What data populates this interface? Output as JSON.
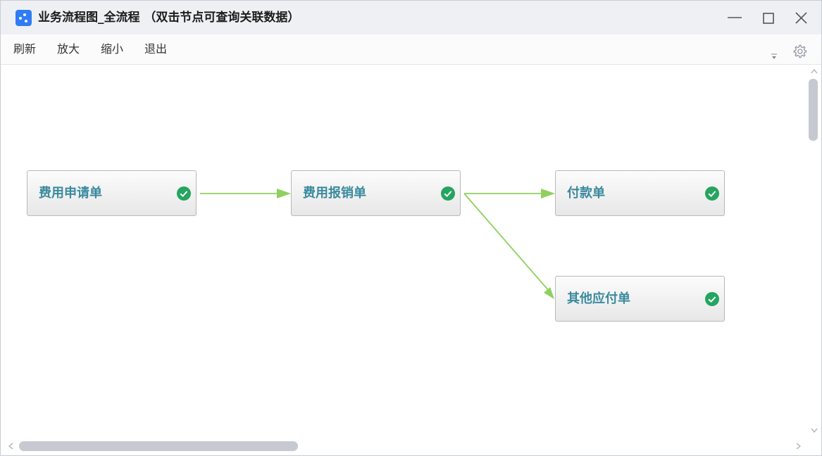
{
  "window": {
    "title": "业务流程图_全流程 （双击节点可查询关联数据）"
  },
  "menu": {
    "refresh": "刷新",
    "zoom_in": "放大",
    "zoom_out": "缩小",
    "exit": "退出"
  },
  "nodes": [
    {
      "label": "费用申请单",
      "status": "completed"
    },
    {
      "label": "费用报销单",
      "status": "completed"
    },
    {
      "label": "付款单",
      "status": "completed"
    },
    {
      "label": "其他应付单",
      "status": "completed"
    }
  ],
  "colors": {
    "accent": "#2f7cf6",
    "node_text": "#3a8a9e",
    "check": "#25a55f",
    "edge": "#8fd05f"
  },
  "icons": {
    "app": "flow-app-icon",
    "settings": "gear-icon",
    "status": "check-circle-icon"
  }
}
